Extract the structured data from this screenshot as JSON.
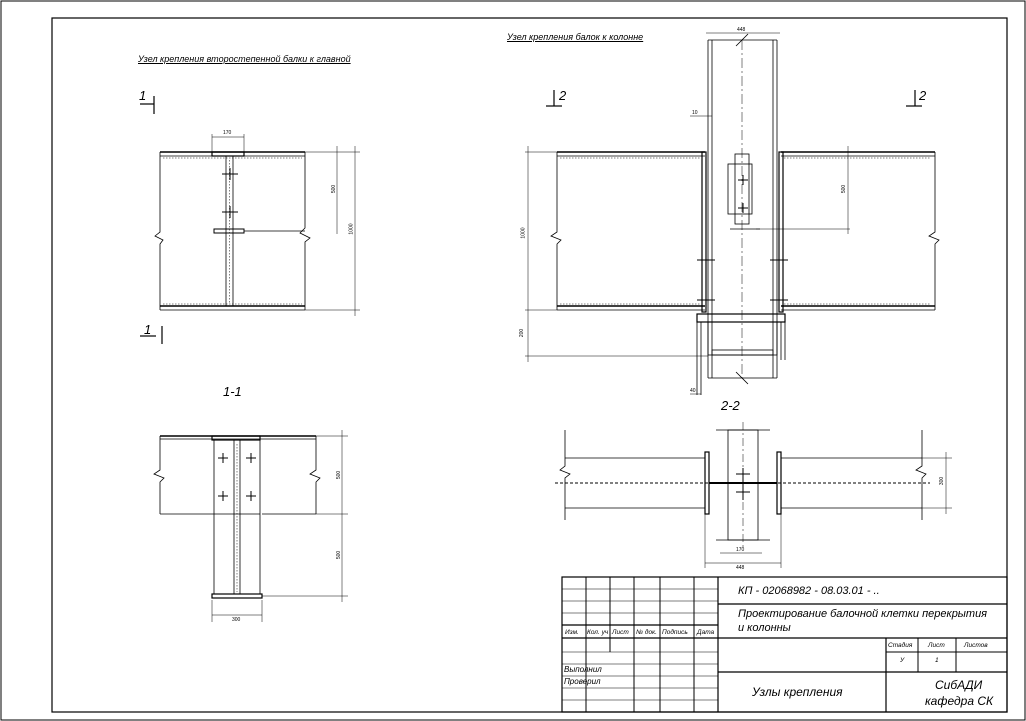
{
  "titles": {
    "left": "Узел крепления второстепенной балки к главной",
    "right": "Узел крепления балок к колонне"
  },
  "sections": {
    "s1_top": "1",
    "s1_bottom": "1",
    "s2_left": "2",
    "s2_right": "2",
    "view_11": "1-1",
    "view_22": "2-2"
  },
  "dims": {
    "l_170": "170",
    "l_500": "500",
    "l_1000": "1000",
    "b_500a": "500",
    "b_500b": "500",
    "b_300": "300",
    "c_448top": "448",
    "c_10": "10",
    "c_500": "500",
    "c_1000": "1000",
    "c_200": "200",
    "c_40": "40",
    "p_300": "300",
    "p_170": "170",
    "p_448": "448"
  },
  "title_block": {
    "code": "КП - 02068982 - 08.03.01 - ..",
    "project_line1": "Проектирование балочной клетки перекрытия",
    "project_line2": "и колонны",
    "col_izm": "Изм.",
    "col_koluch": "Кол. уч",
    "col_list": "Лист",
    "col_ndok": "№ док.",
    "col_podpis": "Подпись",
    "col_data": "Дата",
    "stage_label": "Стадия",
    "sheet_label": "Лист",
    "sheets_label": "Листов",
    "stage_value": "У",
    "sheet_value": "1",
    "vypolnil": "Выполнил",
    "proveril": "Проверил",
    "drawing_name": "Узлы крепления",
    "org_line1": "СибАДИ",
    "org_line2": "кафедра СК"
  }
}
